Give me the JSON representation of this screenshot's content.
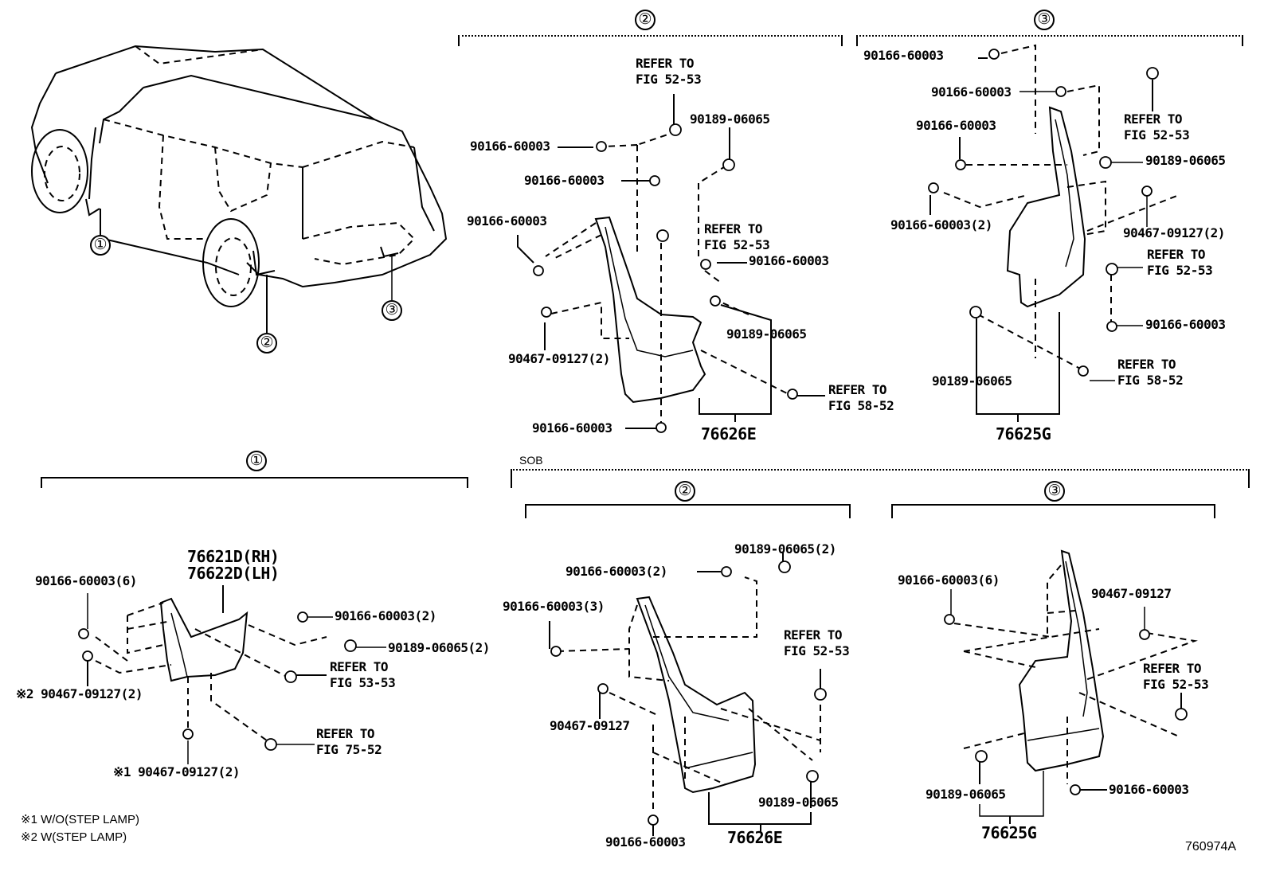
{
  "diagram": {
    "code": "760974A",
    "notes": [
      "※1 W/O(STEP LAMP)",
      "※2 W(STEP LAMP)"
    ],
    "vehicle_view": {
      "callouts": [
        "①",
        "②",
        "③"
      ]
    },
    "sob_label": "SOB",
    "sections": {
      "top_2": {
        "marker": "②",
        "assembly": "76626E",
        "labels": {
          "refer_top": "REFER TO\nFIG 52-53",
          "f1": "90166-60003",
          "f2": "90189-06065",
          "f3": "90166-60003",
          "f4": "90166-60003",
          "refer_mid": "REFER TO\nFIG 52-53",
          "f5": "90166-60003",
          "f6": "90189-06065",
          "f7": "90467-09127(2)",
          "refer_bottom": "REFER TO\nFIG 58-52",
          "f8": "90166-60003"
        }
      },
      "top_3": {
        "marker": "③",
        "assembly": "76625G",
        "labels": {
          "f1": "90166-60003",
          "f2": "90166-60003",
          "refer_top": "REFER TO\nFIG 52-53",
          "f3": "90166-60003",
          "f4": "90189-06065",
          "f5": "90166-60003(2)",
          "f6": "90467-09127(2)",
          "refer_mid": "REFER TO\nFIG 52-53",
          "f7": "90166-60003",
          "refer_bottom": "REFER TO\nFIG 58-52",
          "f8": "90189-06065"
        }
      },
      "bottom_1": {
        "marker": "①",
        "assembly_rh": "76621D(RH)",
        "assembly_lh": "76622D(LH)",
        "labels": {
          "f1": "90166-60003(6)",
          "f2": "90166-60003(2)",
          "f3": "90189-06065(2)",
          "refer_a": "REFER TO\nFIG 53-53",
          "f4": "※2 90467-09127(2)",
          "refer_b": "REFER TO\nFIG 75-52",
          "f5": "※1 90467-09127(2)"
        }
      },
      "bottom_2": {
        "marker": "②",
        "assembly": "76626E",
        "labels": {
          "f1": "90189-06065(2)",
          "f2": "90166-60003(2)",
          "f3": "90166-60003(3)",
          "refer": "REFER TO\nFIG 52-53",
          "f4": "90467-09127",
          "f5": "90189-06065",
          "f6": "90166-60003"
        }
      },
      "bottom_3": {
        "marker": "③",
        "assembly": "76625G",
        "labels": {
          "f1": "90166-60003(6)",
          "f2": "90467-09127",
          "refer": "REFER TO\nFIG 52-53",
          "f3": "90189-06065",
          "f4": "90166-60003"
        }
      }
    }
  }
}
